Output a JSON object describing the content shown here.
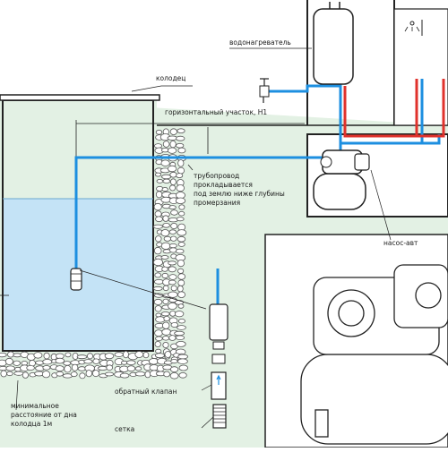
{
  "labels": {
    "water_heater": "водонагреватель",
    "well": "колодец",
    "horizontal_section": "горизонтальный участок, Н1",
    "pipeline_line1": "трубопровод",
    "pipeline_line2": "прокладывается",
    "pipeline_line3": "под землю ниже глубины",
    "pipeline_line4": "промерзания",
    "pump_station": "насос-авт",
    "check_valve": "обратный клапан",
    "strainer": "сетка",
    "min_distance_line1": "минимальное",
    "min_distance_line2": "расстояние от дна",
    "min_distance_line3": "колодца 1м"
  },
  "colors": {
    "ground": "#e3f1e4",
    "water": "#c4e3f6",
    "cold_pipe": "#1d8fe0",
    "hot_pipe": "#e0322c",
    "outline": "#222222"
  },
  "icons": [
    "water-heater-icon",
    "faucet-icon",
    "shower-icon",
    "pump-station-icon",
    "check-valve-icon",
    "strainer-icon"
  ]
}
